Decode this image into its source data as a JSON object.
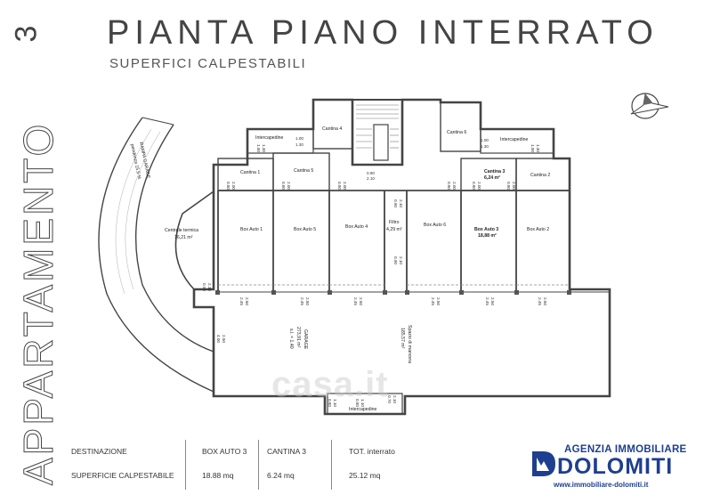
{
  "header": {
    "apartment_number": "3",
    "title": "PIANTA PIANO INTERRATO",
    "subtitle": "SUPERFICI CALPESTABILI",
    "side_title": "APPARTAMENTO"
  },
  "plan": {
    "rooms": {
      "rampa": "RAMPA GARAGE",
      "rampa_pendenza": "pendenza 15,5 %",
      "cantina4": "Cantina 4",
      "cantina6": "Cantina 6",
      "intercapedine_left": "Intercapedine",
      "intercapedine_right": "Intercapedine",
      "intercapedine_bottom": "Intercapedine",
      "cantina1": "Cantina 1",
      "cantina5": "Cantina 5",
      "cantina3": "Cantina 3",
      "cantina3_area": "6,24 m²",
      "cantina2": "Cantina 2",
      "centrale": "Centrale termica",
      "centrale_area": "16,21 m²",
      "box1": "Box Auto 1",
      "box5": "Box Auto 5",
      "box4": "Box Auto 4",
      "filtro": "Filtro",
      "filtro_area": "4,29 m²",
      "box6": "Box Auto 6",
      "box3": "Box Auto 3",
      "box3_area": "18,88 m²",
      "box2": "Box Auto 2",
      "garage": "GARAGE",
      "garage_area": "273,91 m²",
      "garage_height": "s.l. = 1.40",
      "manovra": "Spazio di manovra",
      "manovra_area": "185,57 m²"
    },
    "dims": {
      "d100": "1.00",
      "d130": "1.30",
      "d080": "0.80",
      "d200": "2.00",
      "d090": "0.90",
      "d210": "2.10",
      "d245": "2.45",
      "d250": "2.50",
      "d070": "0.70",
      "d400": "4.00",
      "d110": "1.10"
    }
  },
  "table": {
    "col1_header": "DESTINAZIONE",
    "col1_row": "SUPERFICIE CALPESTABILE",
    "col2_header": "BOX AUTO 3",
    "col2_row": "18.88 mq",
    "col3_header": "CANTINA 3",
    "col3_row": "6.24 mq",
    "col4_header": "TOT. interrato",
    "col4_row": "25.12 mq"
  },
  "logo": {
    "top": "AGENZIA IMMOBILIARE",
    "main": "DOLOMITI",
    "url": "www.immobiliare-dolomiti.it"
  },
  "watermark": "casa.it",
  "colors": {
    "brand_blue": "#1e3f8f",
    "wall": "#444444",
    "lines": "#666666"
  }
}
